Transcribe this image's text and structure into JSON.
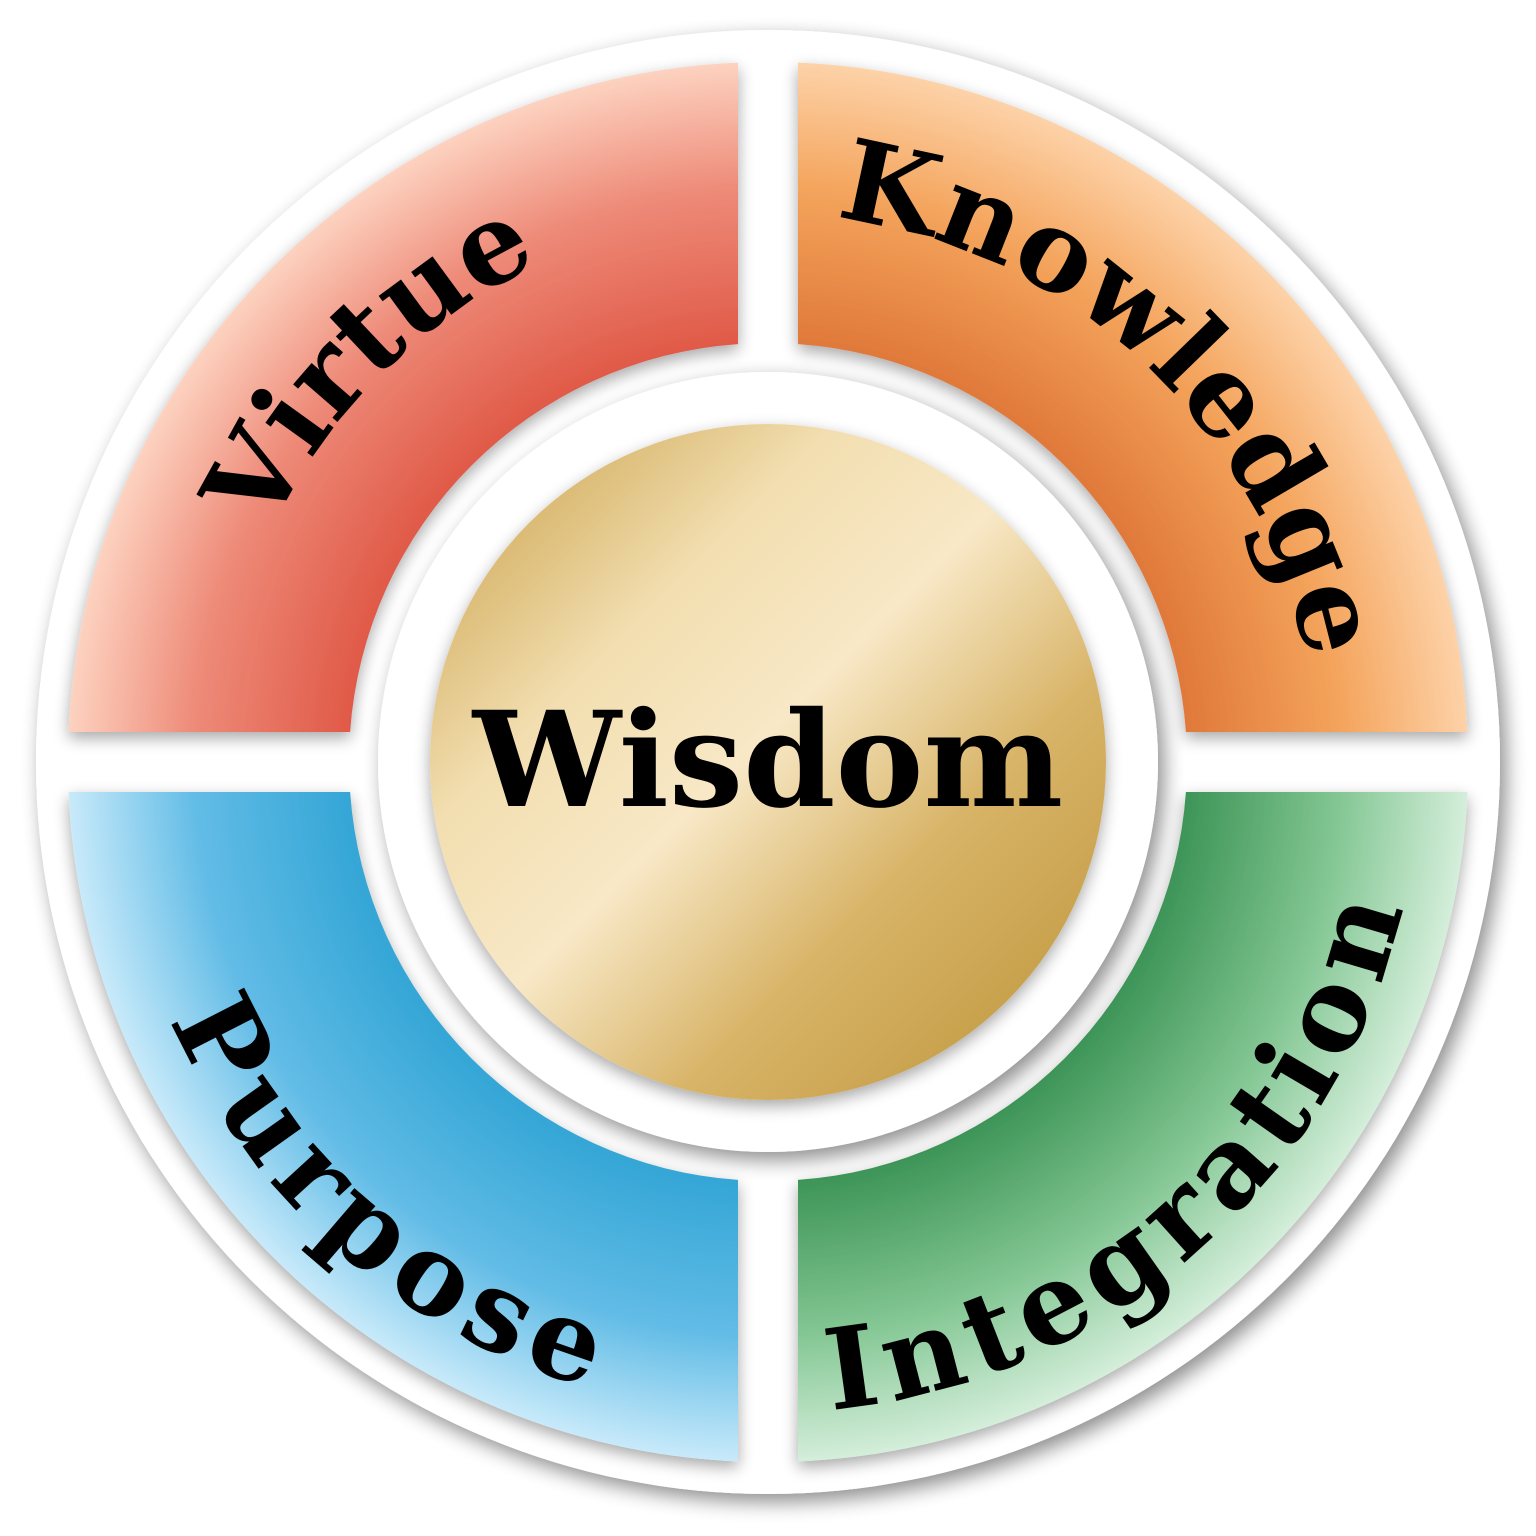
{
  "diagram": {
    "center": {
      "label": "Wisdom"
    },
    "segments": [
      {
        "id": "virtue",
        "label": "Virtue",
        "position": "top-left",
        "color_inner": "#e05a48",
        "color_outer": "#fcc8b4"
      },
      {
        "id": "knowledge",
        "label": "Knowledge",
        "position": "top-right",
        "color_inner": "#e07a3a",
        "color_outer": "#fcc690"
      },
      {
        "id": "purpose",
        "label": "Purpose",
        "position": "bottom-left",
        "color_inner": "#33a4d4",
        "color_outer": "#b8e2f6"
      },
      {
        "id": "integration",
        "label": "Integration",
        "position": "bottom-right",
        "color_inner": "#3e9558",
        "color_outer": "#cbe9d2"
      }
    ],
    "colors": {
      "center_gold_dark": "#c9a24e",
      "center_gold_light": "#f7e6c2",
      "ring_background": "#ffffff"
    }
  }
}
